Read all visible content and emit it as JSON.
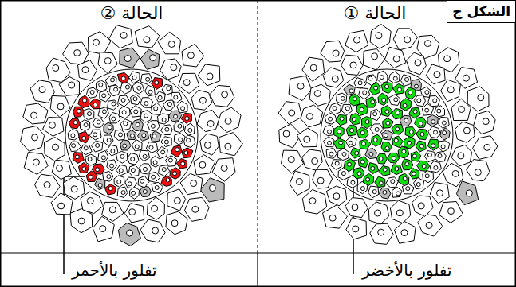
{
  "diagram": {
    "nodes": [
      {
        "text": [
          "الشكل ج"
        ]
      }
    ],
    "labels": [
      "الحالة ②",
      "الحالة ①",
      "تفلور بالأحمر",
      "تفلور بالأخضر"
    ]
  }
}
